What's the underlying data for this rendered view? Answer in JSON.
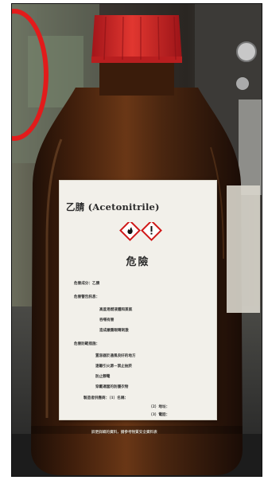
{
  "label": {
    "title": "乙腈 (Acetonitrile)",
    "signal_word": "危險",
    "lines": [
      "危害成分：乙腈",
      "危害警告訊息：",
      "高度易燃液體和蒸氣",
      "吞嚥有害",
      "造成嚴重眼睛刺激",
      "危害防範措施：",
      "置容器於通風良好的地方",
      "遠離引火源－禁止抽菸",
      "防止靜電",
      "穿戴適當的防護衣物",
      "製造者供應商：（1）名稱：",
      "（2）地址：",
      "（3）電話：",
      "詳更詳細的資料，請參考物質安全資料表"
    ],
    "pictograms": [
      "flame-pictogram",
      "exclamation-mark-pictogram"
    ]
  },
  "colors": {
    "cap": "#d72a26",
    "bottle_glass": "#5a2e14",
    "label_paper": "#f2f0ea",
    "annotation_ring": "#e21b1b",
    "pictogram_border": "#d01818"
  }
}
